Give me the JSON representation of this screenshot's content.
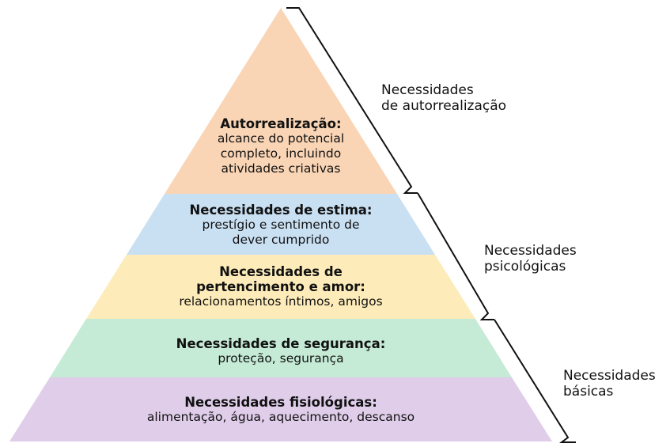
{
  "colors": {
    "self_actualization": "#f9d5b6",
    "esteem": "#c9dff2",
    "belonging": "#fdecb9",
    "safety": "#c5ebd6",
    "physiological": "#dfcdea",
    "bracket": "#111111"
  },
  "layers": [
    {
      "title": "Autorrealização:",
      "lines": [
        "alcance do potencial",
        "completo, incluindo",
        "atividades criativas"
      ]
    },
    {
      "title": "Necessidades de estima:",
      "lines": [
        "prestígio e sentimento de",
        "dever cumprido"
      ]
    },
    {
      "title_lines": [
        "Necessidades de",
        "pertencimento e amor:"
      ],
      "lines": [
        "relacionamentos íntimos, amigos"
      ]
    },
    {
      "title": "Necessidades de segurança:",
      "lines": [
        "proteção, segurança"
      ]
    },
    {
      "title": "Necessidades fisiológicas:",
      "lines": [
        "alimentação, água, aquecimento, descanso"
      ]
    }
  ],
  "groups": [
    {
      "lines": [
        "Necessidades",
        "de autorrealização"
      ]
    },
    {
      "lines": [
        "Necessidades",
        "psicológicas"
      ]
    },
    {
      "lines": [
        "Necessidades",
        "básicas"
      ]
    }
  ]
}
